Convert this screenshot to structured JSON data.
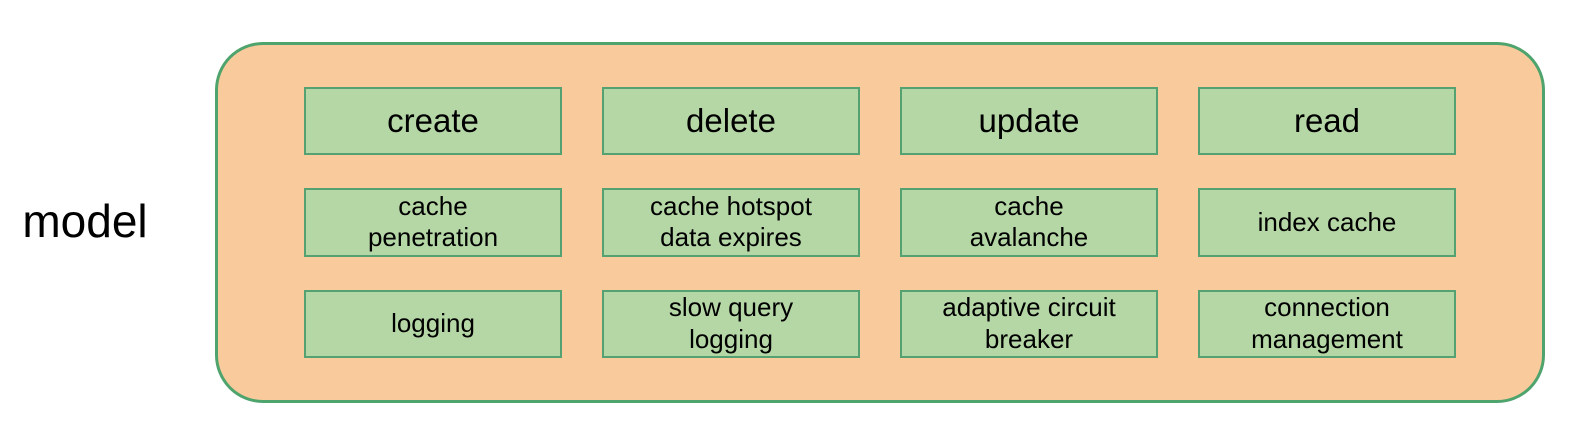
{
  "diagram": {
    "side_label": "model",
    "colors": {
      "container_fill": "#F9CB9C",
      "container_border": "#4FA36C",
      "box_fill": "#B5D7A6",
      "box_border": "#55A171",
      "text": "#000000"
    },
    "rows": [
      {
        "cells": [
          "create",
          "delete",
          "update",
          "read"
        ]
      },
      {
        "cells": [
          "cache\npenetration",
          "cache hotspot\ndata expires",
          "cache\navalanche",
          "index cache"
        ]
      },
      {
        "cells": [
          "logging",
          "slow query\nlogging",
          "adaptive circuit\nbreaker",
          "connection\nmanagement"
        ]
      }
    ]
  }
}
